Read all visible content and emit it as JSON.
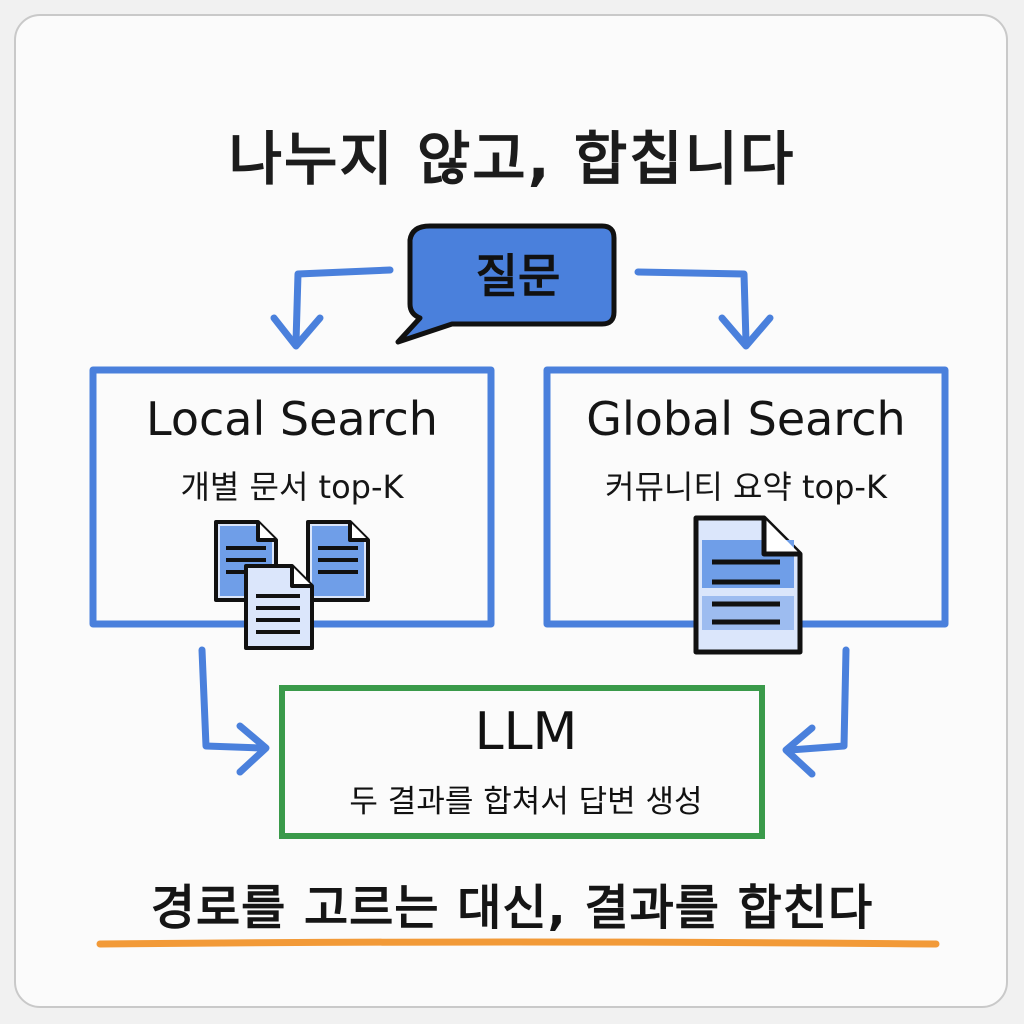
{
  "title": "나누지 않고, 합칩니다",
  "question": {
    "label": "질문"
  },
  "local": {
    "title": "Local Search",
    "subtitle": "개별 문서 top-K"
  },
  "global": {
    "title": "Global Search",
    "subtitle": "커뮤니티 요약 top-K"
  },
  "llm": {
    "title": "LLM",
    "subtitle": "두 결과를 합쳐서 답변 생성"
  },
  "conclusion": "경로를 고르는 대신, 결과를 합친다",
  "colors": {
    "blue": "#4a80dc",
    "green": "#3a9a4a",
    "orange": "#f29a38",
    "doc_fill": "#dbe6fb",
    "doc_band": "#6f9ee8"
  },
  "icons": {
    "local_docs": "documents-stack-icon",
    "global_doc": "document-icon"
  }
}
